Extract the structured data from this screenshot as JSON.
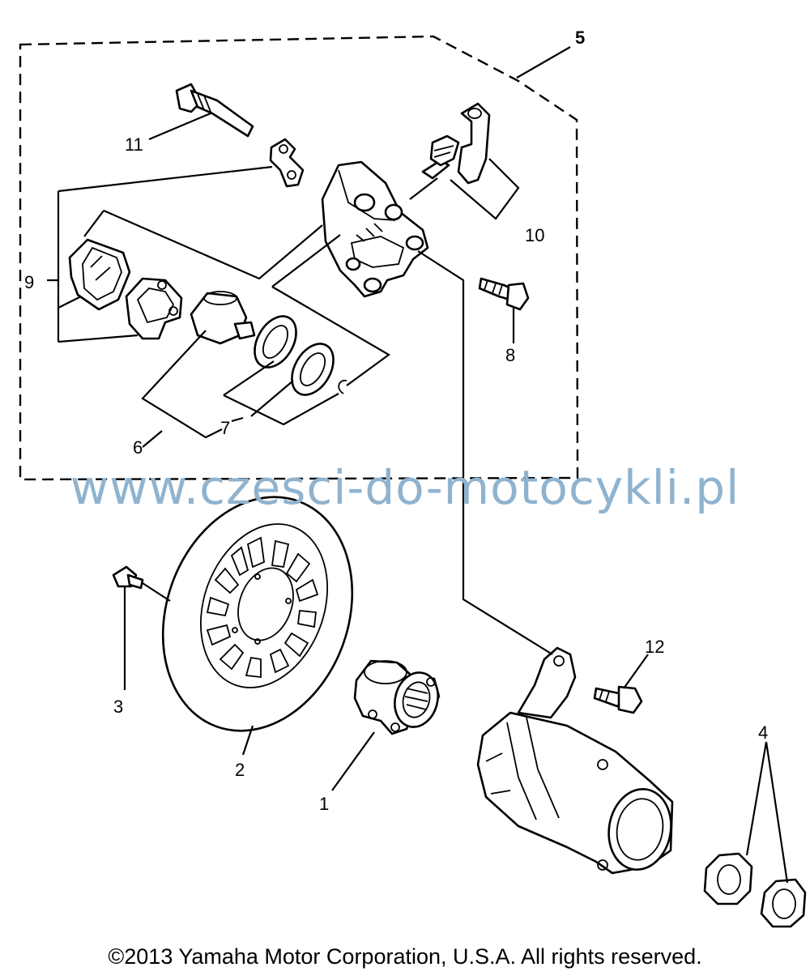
{
  "diagram": {
    "callouts": [
      "1",
      "2",
      "3",
      "4",
      "5",
      "6",
      "7",
      "8",
      "9",
      "10",
      "11",
      "12"
    ],
    "watermark": "www.czesci-do-motocykli.pl",
    "copyright": "©2013 Yamaha Motor Corporation, U.S.A. All rights reserved."
  }
}
